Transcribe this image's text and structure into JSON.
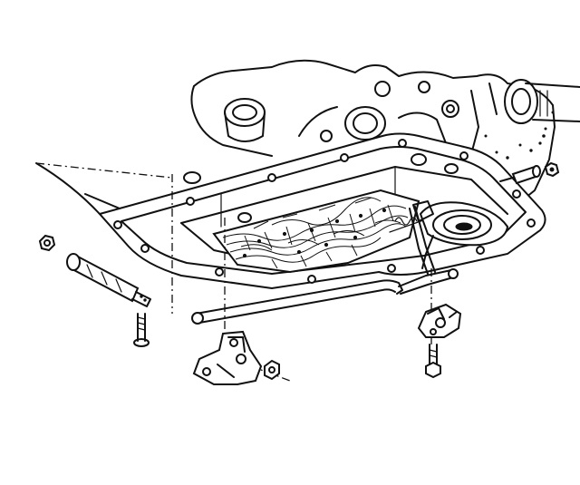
{
  "diagram": {
    "type": "exploded-view line drawing",
    "parts": [
      "transmission-case",
      "oil-pan-gasket-surface",
      "valve-body",
      "oil-strainer-ring",
      "manual-valve-rod",
      "rod-left",
      "nut-left",
      "bolt-left",
      "detent-bracket-left",
      "detent-bracket-right",
      "bolt-right",
      "nut-center",
      "nut-upper-right",
      "pin-upper-right"
    ],
    "ink_color": "#111111",
    "background_color": "#ffffff"
  }
}
